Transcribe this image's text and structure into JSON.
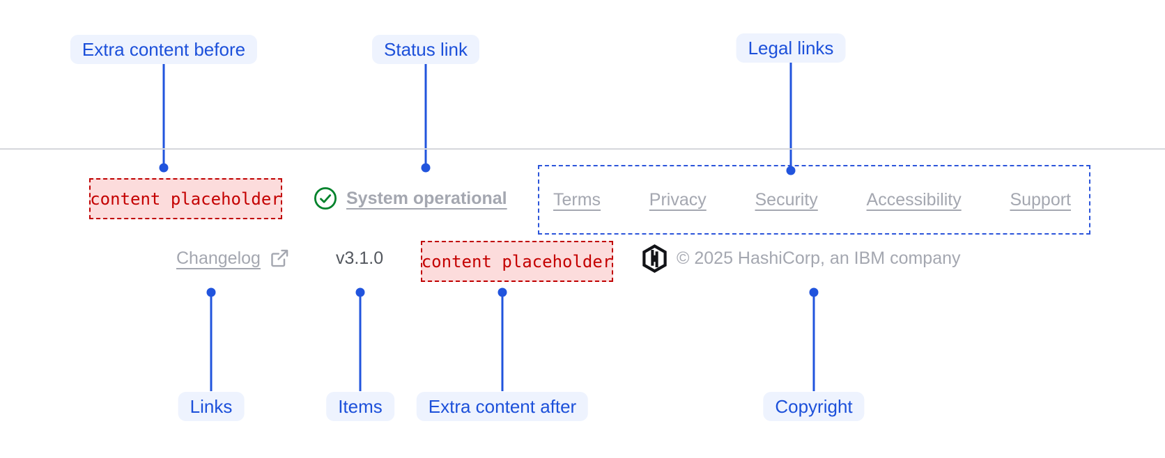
{
  "callouts": {
    "extra_content_before": "Extra content before",
    "status_link": "Status link",
    "legal_links": "Legal links",
    "links": "Links",
    "items": "Items",
    "extra_content_after": "Extra content after",
    "copyright": "Copyright"
  },
  "footer": {
    "extra_content_before_placeholder": "content placeholder",
    "status": {
      "label": "System operational"
    },
    "legal_links": [
      "Terms",
      "Privacy",
      "Security",
      "Accessibility",
      "Support"
    ],
    "links": [
      {
        "label": "Changelog"
      }
    ],
    "version": "v3.1.0",
    "extra_content_after_placeholder": "content placeholder",
    "copyright_text": "© 2025 HashiCorp, an IBM company"
  },
  "icons": {
    "status": "check-circle-icon",
    "changelog": "external-link-icon",
    "brand": "hashicorp-logo"
  },
  "colors": {
    "accent_blue": "#1c50da",
    "callout_bg": "#eef3fe",
    "placeholder_red": "#c40000",
    "placeholder_bg": "#fcdcdc",
    "success_green": "#00822b",
    "muted_link_grey": "#a4a7b0",
    "version_grey": "#53575e",
    "divider_grey": "#d5d7db"
  }
}
